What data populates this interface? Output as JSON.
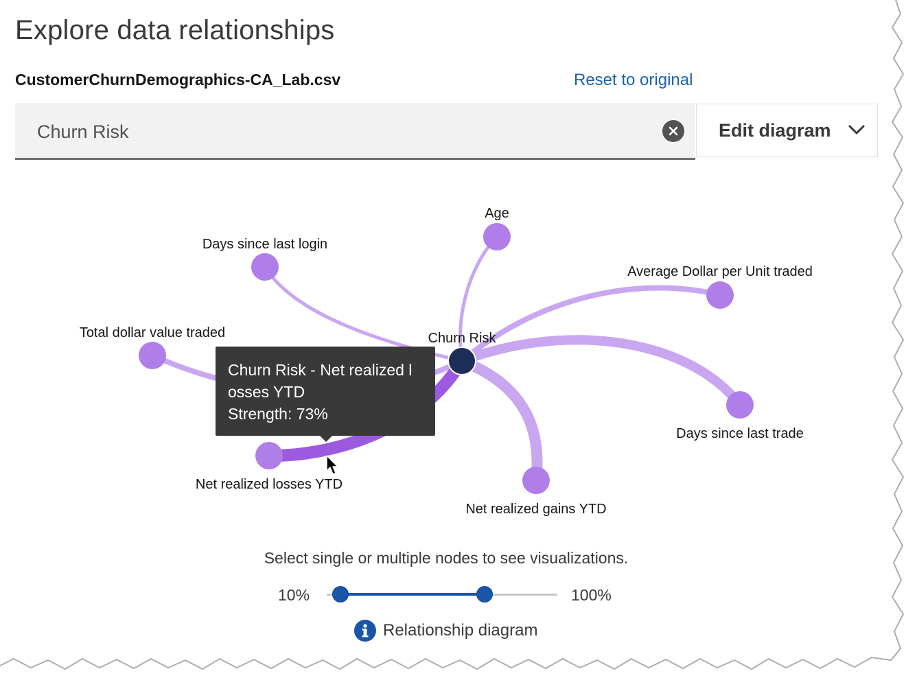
{
  "header": {
    "title": "Explore data relationships",
    "file_name": "CustomerChurnDemographics-CA_Lab.csv",
    "reset_label": "Reset to original"
  },
  "search": {
    "value": "Churn Risk"
  },
  "edit_diagram": {
    "label": "Edit diagram"
  },
  "diagram": {
    "center": {
      "name": "Churn Risk"
    },
    "nodes": [
      {
        "name": "Age"
      },
      {
        "name": "Days since last login"
      },
      {
        "name": "Average Dollar per Unit traded"
      },
      {
        "name": "Total dollar value traded"
      },
      {
        "name": "Days since last trade"
      },
      {
        "name": "Net realized losses YTD"
      },
      {
        "name": "Net realized gains YTD"
      }
    ],
    "colors": {
      "center": "#1c2e57",
      "node": "#b07ee8",
      "edge": "#c9a7f0",
      "edge_highlight": "#9c5ae0"
    }
  },
  "tooltip": {
    "line1": "Churn Risk - Net realized l",
    "line2": "osses YTD",
    "line3": "Strength: 73%"
  },
  "hint": "Select single or multiple nodes to see visualizations.",
  "slider": {
    "min_label": "10%",
    "max_label": "100%",
    "low_value": 0.1,
    "high_value": 0.73
  },
  "legend": {
    "icon": "info-icon",
    "label": "Relationship diagram"
  }
}
